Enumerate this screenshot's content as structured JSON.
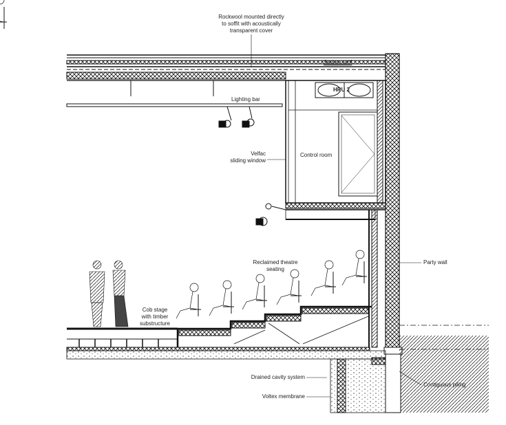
{
  "title": "Theatre section drawing",
  "labels": {
    "rockwool_1": "Rockwool mounted directly",
    "rockwool_2": "to soffit with acoustically",
    "rockwool_3": "transparent cover",
    "sedum_roof": "Sedum roof",
    "hru": "HRU 2",
    "lighting_bar": "Lighting bar",
    "control_room": "Control room",
    "velfac_1": "Velfac",
    "velfac_2": "sliding window",
    "seating_1": "Reclaimed theatre",
    "seating_2": "seating",
    "party_wall": "Party wall",
    "cob_1": "Cob stage",
    "cob_2": "with timber",
    "cob_3": "substructure",
    "drained_cavity": "Drained cavity system",
    "contiguous_piling": "Contiguous piling",
    "voltex": "Voltex membrane"
  },
  "colors": {
    "line": "#111111",
    "text": "#222222"
  }
}
